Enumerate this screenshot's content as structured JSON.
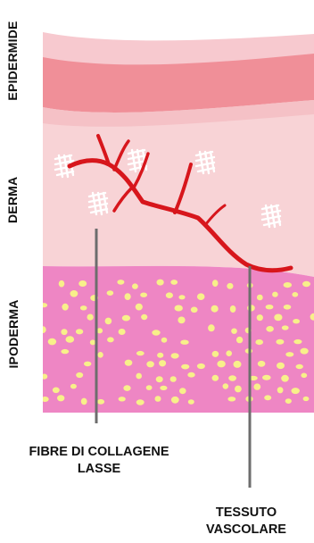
{
  "layers": {
    "epidermide": "EPIDERMIDE",
    "derma": "DERMA",
    "ipoderma": "IPODERMA"
  },
  "callouts": {
    "fibre_line1": "FIBRE DI COLLAGENE",
    "fibre_line2": "LASSE",
    "tessuto_line1": "TESSUTO",
    "tessuto_line2": "VASCOLARE"
  },
  "colors": {
    "epidermis_top": "#f7c9cf",
    "epidermis": "#f08f98",
    "dermis": "#f8d3d6",
    "hypodermis": "#ee86c4",
    "fat_cells": "#f8f08a",
    "vessel": "#d7161c",
    "collagen": "#ffffff",
    "pointer": "#6d6d6d"
  }
}
